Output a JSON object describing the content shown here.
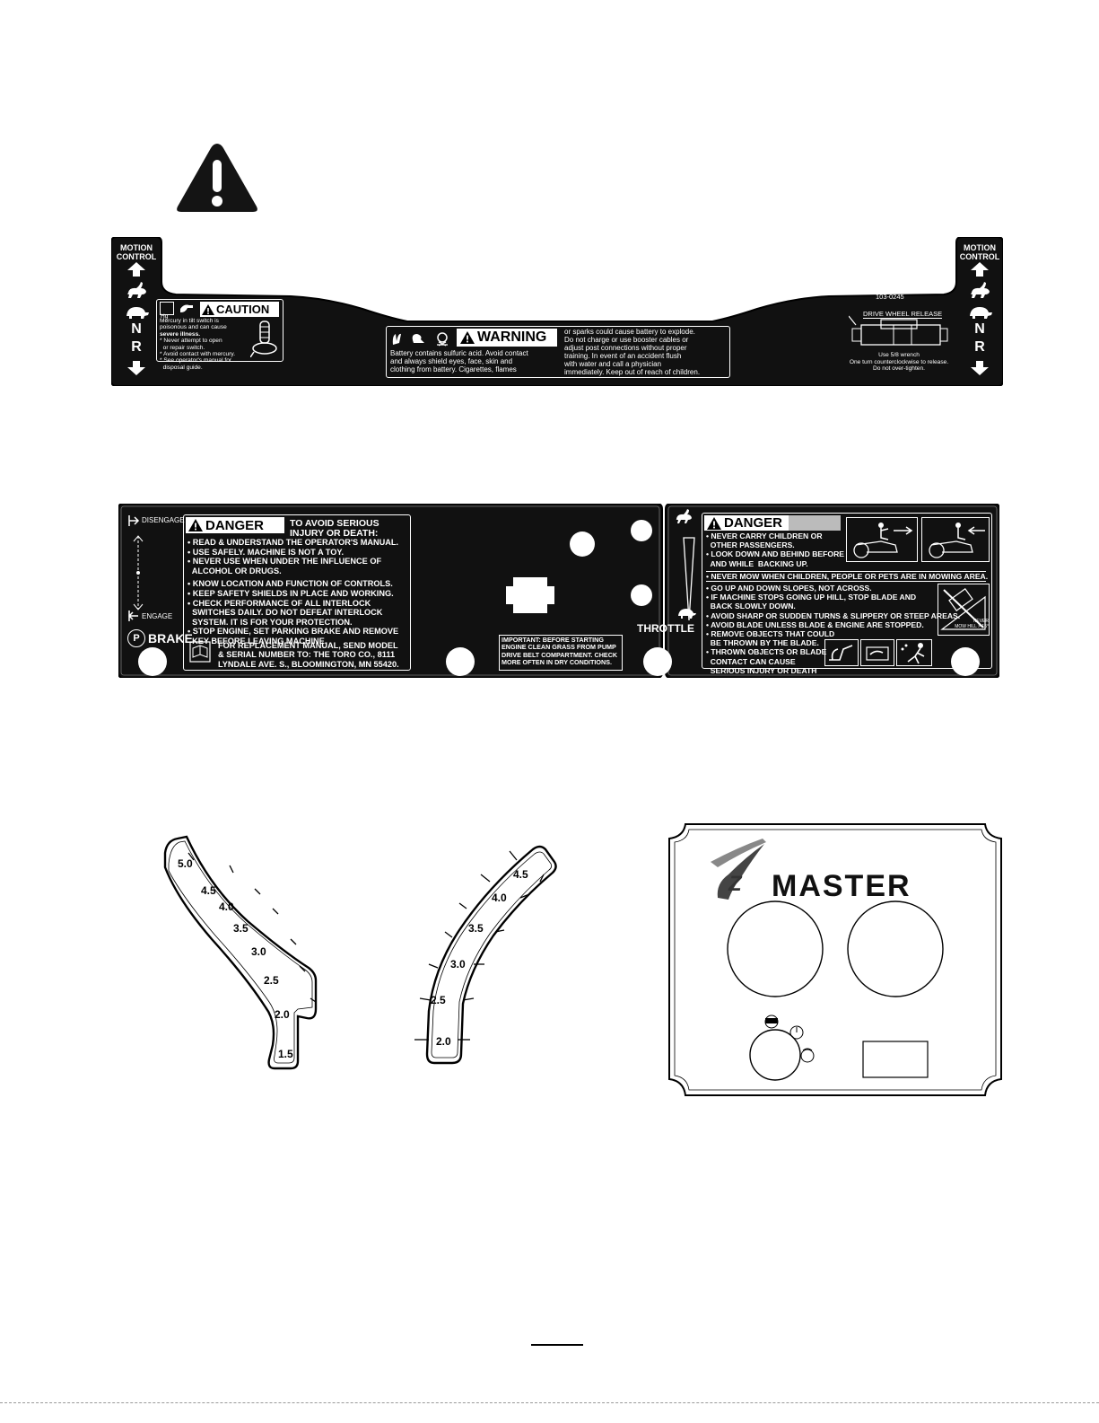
{
  "decal_motion": {
    "left_title": "MOTION\nCONTROL",
    "right_title": "MOTION\nCONTROL",
    "n": "N",
    "r": "R",
    "part_number": "103-0245",
    "caution": {
      "heading": "CAUTION",
      "lines": [
        "Mercury in tilt switch is",
        "poisonous and can cause",
        "severe illness.",
        "* Never attempt to open",
        "  or repair switch.",
        "* Avoid contact with mercury.",
        "* See operator's manual for",
        "  disposal guide."
      ],
      "hg": "Hg"
    },
    "warning": {
      "heading": "WARNING",
      "left_lines": [
        "Battery contains sulfuric acid.  Avoid contact",
        "and always shield eyes, face, skin and",
        "clothing from battery.  Cigarettes, flames"
      ],
      "right_lines": [
        "or sparks could cause battery to explode.",
        "Do not charge or use booster cables or",
        "adjust post connections without proper",
        "training.  In event of an accident flush",
        "with water and call a physician",
        "immediately.  Keep out of reach of children."
      ]
    },
    "drive_release": {
      "heading": "DRIVE WHEEL RELEASE",
      "lines": [
        "Use 5/8 wrench",
        "One turn counterclockwise to release.",
        "Do not over-tighten."
      ]
    }
  },
  "decal_console": {
    "disengage": "DISENGAGE",
    "engage": "ENGAGE",
    "brake": "BRAKE",
    "throttle": "THROTTLE",
    "danger_left": {
      "heading": "DANGER",
      "subheading": "TO AVOID SERIOUS\nINJURY OR DEATH:",
      "items": [
        "• READ & UNDERSTAND THE OPERATOR'S MANUAL.",
        "• USE SAFELY. MACHINE IS NOT A TOY.",
        "• NEVER USE WHEN UNDER THE INFLUENCE OF",
        "  ALCOHOL OR DRUGS.",
        "",
        "• KNOW LOCATION AND FUNCTION OF CONTROLS.",
        "• KEEP SAFETY SHIELDS IN PLACE AND WORKING.",
        "• CHECK PERFORMANCE OF ALL INTERLOCK",
        "  SWITCHES DAILY. DO NOT DEFEAT INTERLOCK",
        "  SYSTEM. IT IS FOR YOUR PROTECTION.",
        "• STOP ENGINE, SET PARKING BRAKE AND REMOVE",
        "  KEY BEFORE LEAVING MACHINE."
      ],
      "manual_note": "FOR REPLACEMENT MANUAL, SEND MODEL\n& SERIAL NUMBER TO: THE TORO CO., 8111\nLYNDALE AVE. S., BLOOMINGTON, MN 55420."
    },
    "important": "IMPORTANT: BEFORE STARTING\nENGINE CLEAN GRASS FROM PUMP\nDRIVE BELT COMPARTMENT. CHECK\nMORE OFTEN IN DRY CONDITIONS.",
    "danger_right": {
      "heading": "DANGER",
      "items_top": [
        "• NEVER CARRY CHILDREN OR",
        "  OTHER PASSENGERS.",
        "• LOOK DOWN AND BEHIND BEFORE",
        "  AND WHILE  BACKING UP."
      ],
      "item_full": "• NEVER MOW WHEN CHILDREN, PEOPLE OR PETS ARE IN MOWING AREA.",
      "items_mid": [
        "• GO UP AND DOWN SLOPES, NOT ACROSS.",
        "• IF MACHINE STOPS GOING UP HILL, STOP BLADE AND",
        "  BACK SLOWLY DOWN.",
        "• AVOID SHARP OR SUDDEN TURNS & SLIPPERY OR STEEP AREAS.",
        "• AVOID BLADE UNLESS BLADE & ENGINE ARE STOPPED.",
        "• REMOVE OBJECTS THAT COULD",
        "  BE THROWN BY THE BLADE.",
        "• THROWN OBJECTS OR BLADE",
        "  CONTACT CAN CAUSE",
        "  SERIOUS INJURY OR DEATH"
      ],
      "never_mow": "NEVER\nMOW HILL > 15°"
    }
  },
  "gauge_left": {
    "labels": [
      "5.0",
      "4.5",
      "4.0",
      "3.5",
      "3.0",
      "2.5",
      "2.0",
      "1.5"
    ]
  },
  "gauge_right": {
    "labels": [
      "4.5",
      "4.0",
      "3.5",
      "3.0",
      "2.5",
      "2.0"
    ]
  },
  "zmaster": {
    "logo": "MASTER",
    "z": "Z"
  },
  "colors": {
    "decal": "#111111",
    "ink": "#000000",
    "paper": "#ffffff"
  }
}
